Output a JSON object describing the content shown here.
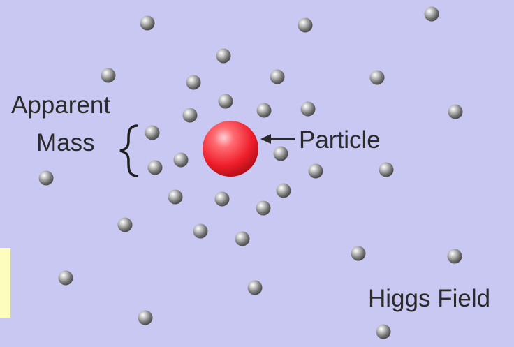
{
  "labels": {
    "apparent": "Apparent",
    "mass": "Mass",
    "particle": "Particle",
    "higgs_field": "Higgs Field"
  },
  "colors": {
    "background": "#c9c8f3",
    "particle": "#f0242e",
    "field_ball": "#8c8c8c",
    "text": "#2b2b2b",
    "side_box": "#fdfdbe"
  }
}
